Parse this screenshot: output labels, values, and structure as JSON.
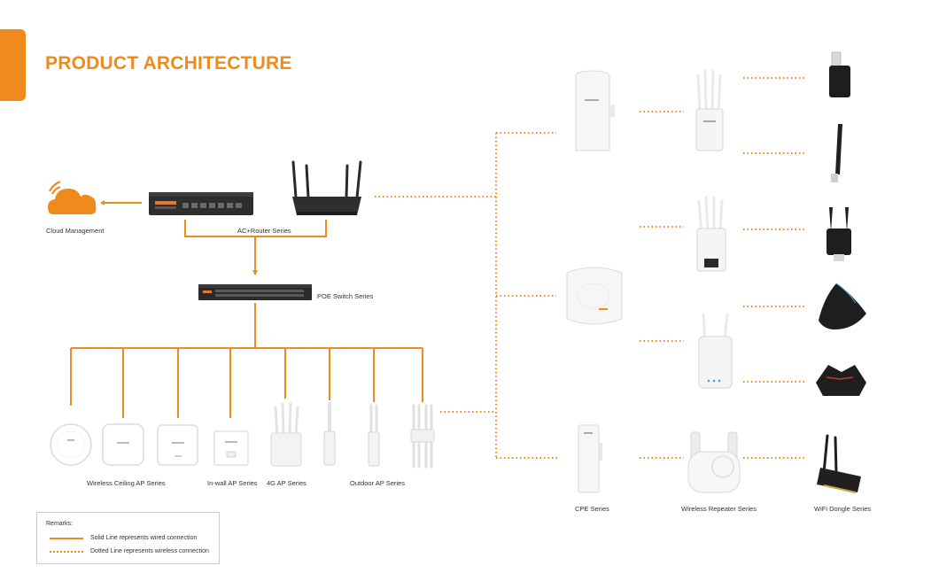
{
  "title": "PRODUCT ARCHITECTURE",
  "colors": {
    "accent": "#f08a1c"
  },
  "labels": {
    "cloud": "Cloud Management",
    "ac_router": "AC+Router Series",
    "poe_switch": "POE Switch Series",
    "ceiling_ap": "Wireless Ceiling AP Series",
    "inwall_ap": "In-wall AP Series",
    "ap_4g": "4G AP Series",
    "outdoor_ap": "Outdoor AP Series",
    "cpe": "CPE Series",
    "repeater": "Wireless Repeater Series",
    "dongle": "WiFi Dongle Series"
  },
  "legend": {
    "title": "Remarks:",
    "solid": "Solid Line represents wired connection",
    "dotted": "Dotted Line represents wireless connection"
  }
}
